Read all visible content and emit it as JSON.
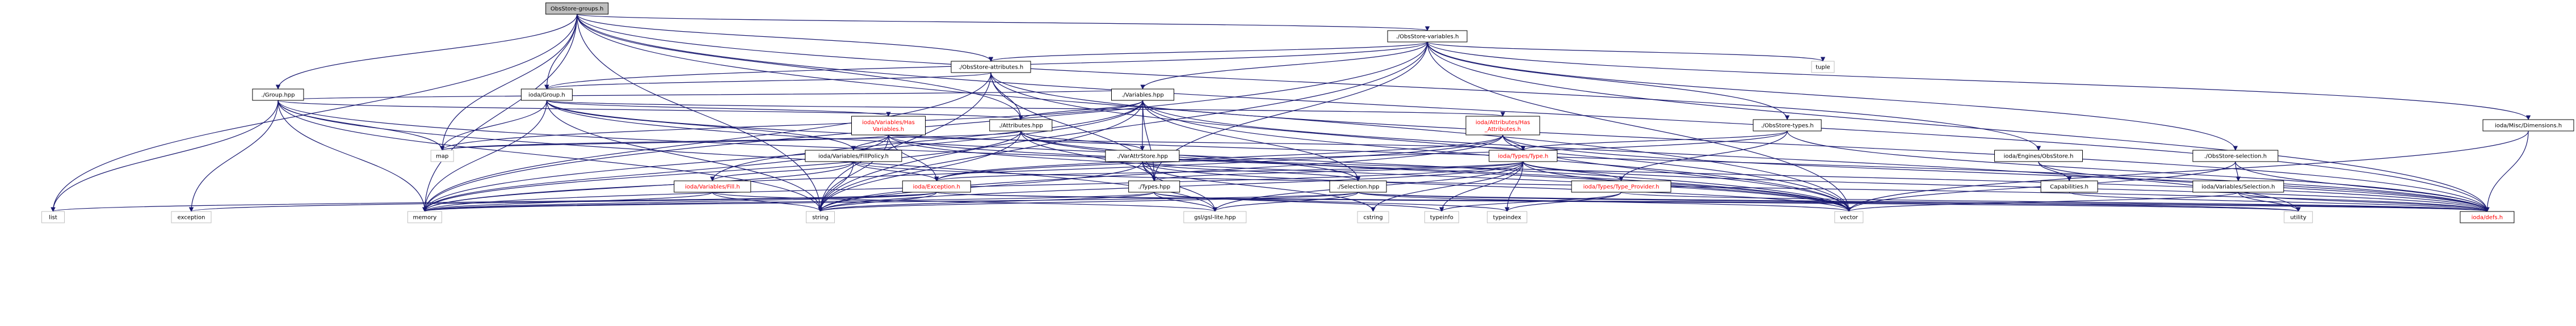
{
  "diagram": {
    "type": "include-dependency-graph",
    "nodes": [
      {
        "id": "root",
        "label": "ObsStore-groups.h",
        "kind": "root"
      },
      {
        "id": "vars",
        "label": "./ObsStore-variables.h",
        "kind": "plain"
      },
      {
        "id": "attrs",
        "label": "./ObsStore-attributes.h",
        "kind": "plain"
      },
      {
        "id": "tuple",
        "label": "tuple",
        "kind": "sys"
      },
      {
        "id": "group_hpp",
        "label": "./Group.hpp",
        "kind": "plain"
      },
      {
        "id": "ioda_group",
        "label": "ioda/Group.h",
        "kind": "plain"
      },
      {
        "id": "variables_hpp",
        "label": "./Variables.hpp",
        "kind": "plain"
      },
      {
        "id": "obsstore_types",
        "label": "./ObsStore-types.h",
        "kind": "plain"
      },
      {
        "id": "engine_obsstore",
        "label": "ioda/Engines/ObsStore.h",
        "kind": "plain"
      },
      {
        "id": "has_variables",
        "label": "ioda/Variables/Has\nVariables.h",
        "kind": "red"
      },
      {
        "id": "attributes_hpp",
        "label": "./Attributes.hpp",
        "kind": "plain"
      },
      {
        "id": "has_attributes",
        "label": "ioda/Attributes/Has\n_Attributes.h",
        "kind": "red"
      },
      {
        "id": "obsstore_selection",
        "label": "./ObsStore-selection.h",
        "kind": "plain"
      },
      {
        "id": "misc_dims",
        "label": "ioda/Misc/Dimensions.h",
        "kind": "plain"
      },
      {
        "id": "fill_policy",
        "label": "ioda/Variables/FillPolicy.h",
        "kind": "plain"
      },
      {
        "id": "var_attr_store",
        "label": "./VarAttrStore.hpp",
        "kind": "plain"
      },
      {
        "id": "types_type",
        "label": "ioda/Types/Type.h",
        "kind": "red"
      },
      {
        "id": "capabilities",
        "label": "Capabilities.h",
        "kind": "plain"
      },
      {
        "id": "variables_selection",
        "label": "ioda/Variables/Selection.h",
        "kind": "plain"
      },
      {
        "id": "fill_h",
        "label": "ioda/Variables/Fill.h",
        "kind": "red"
      },
      {
        "id": "exception_h",
        "label": "ioda/Exception.h",
        "kind": "red"
      },
      {
        "id": "types_hpp",
        "label": "./Types.hpp",
        "kind": "plain"
      },
      {
        "id": "selection_hpp",
        "label": "./Selection.hpp",
        "kind": "plain"
      },
      {
        "id": "type_provider",
        "label": "ioda/Types/Type_Provider.h",
        "kind": "red"
      },
      {
        "id": "map",
        "label": "map",
        "kind": "sys"
      },
      {
        "id": "list",
        "label": "list",
        "kind": "sys"
      },
      {
        "id": "exception",
        "label": "exception",
        "kind": "sys"
      },
      {
        "id": "memory",
        "label": "memory",
        "kind": "sys"
      },
      {
        "id": "string",
        "label": "string",
        "kind": "sys"
      },
      {
        "id": "gsl",
        "label": "gsl/gsl-lite.hpp",
        "kind": "sys"
      },
      {
        "id": "cstring",
        "label": "cstring",
        "kind": "sys"
      },
      {
        "id": "typeinfo",
        "label": "typeinfo",
        "kind": "sys"
      },
      {
        "id": "typeindex",
        "label": "typeindex",
        "kind": "sys"
      },
      {
        "id": "vector",
        "label": "vector",
        "kind": "sys"
      },
      {
        "id": "utility",
        "label": "utility",
        "kind": "sys"
      },
      {
        "id": "defs",
        "label": "ioda/defs.h",
        "kind": "red"
      }
    ],
    "edges": [
      [
        "root",
        "vars"
      ],
      [
        "root",
        "attrs"
      ],
      [
        "root",
        "group_hpp"
      ],
      [
        "root",
        "ioda_group"
      ],
      [
        "root",
        "engine_obsstore"
      ],
      [
        "root",
        "attributes_hpp"
      ],
      [
        "root",
        "map"
      ],
      [
        "root",
        "list"
      ],
      [
        "root",
        "memory"
      ],
      [
        "root",
        "string"
      ],
      [
        "root",
        "vector"
      ],
      [
        "root",
        "defs"
      ],
      [
        "vars",
        "attrs"
      ],
      [
        "vars",
        "tuple"
      ],
      [
        "vars",
        "variables_hpp"
      ],
      [
        "vars",
        "obsstore_types"
      ],
      [
        "vars",
        "obsstore_selection"
      ],
      [
        "vars",
        "ioda_group"
      ],
      [
        "vars",
        "types_hpp"
      ],
      [
        "vars",
        "misc_dims"
      ],
      [
        "vars",
        "memory"
      ],
      [
        "vars",
        "string"
      ],
      [
        "vars",
        "vector"
      ],
      [
        "vars",
        "defs"
      ],
      [
        "attrs",
        "ioda_group"
      ],
      [
        "attrs",
        "attributes_hpp"
      ],
      [
        "attrs",
        "types_hpp"
      ],
      [
        "attrs",
        "memory"
      ],
      [
        "attrs",
        "string"
      ],
      [
        "attrs",
        "vector"
      ],
      [
        "attrs",
        "defs"
      ],
      [
        "group_hpp",
        "attributes_hpp"
      ],
      [
        "group_hpp",
        "variables_hpp"
      ],
      [
        "group_hpp",
        "map"
      ],
      [
        "group_hpp",
        "list"
      ],
      [
        "group_hpp",
        "exception"
      ],
      [
        "group_hpp",
        "memory"
      ],
      [
        "group_hpp",
        "string"
      ],
      [
        "group_hpp",
        "gsl"
      ],
      [
        "group_hpp",
        "vector"
      ],
      [
        "ioda_group",
        "has_variables"
      ],
      [
        "ioda_group",
        "has_attributes"
      ],
      [
        "ioda_group",
        "fill_policy"
      ],
      [
        "ioda_group",
        "map"
      ],
      [
        "ioda_group",
        "memory"
      ],
      [
        "ioda_group",
        "string"
      ],
      [
        "ioda_group",
        "vector"
      ],
      [
        "ioda_group",
        "defs"
      ],
      [
        "variables_hpp",
        "attributes_hpp"
      ],
      [
        "variables_hpp",
        "var_attr_store"
      ],
      [
        "variables_hpp",
        "selection_hpp"
      ],
      [
        "variables_hpp",
        "types_hpp"
      ],
      [
        "variables_hpp",
        "fill_h"
      ],
      [
        "variables_hpp",
        "map"
      ],
      [
        "variables_hpp",
        "memory"
      ],
      [
        "variables_hpp",
        "string"
      ],
      [
        "variables_hpp",
        "vector"
      ],
      [
        "variables_hpp",
        "utility"
      ],
      [
        "obsstore_types",
        "types_type"
      ],
      [
        "obsstore_types",
        "type_provider"
      ],
      [
        "obsstore_types",
        "exception_h"
      ],
      [
        "obsstore_types",
        "defs"
      ],
      [
        "engine_obsstore",
        "capabilities"
      ],
      [
        "engine_obsstore",
        "defs"
      ],
      [
        "has_variables",
        "fill_policy"
      ],
      [
        "has_variables",
        "types_type"
      ],
      [
        "has_variables",
        "exception_h"
      ],
      [
        "has_variables",
        "map"
      ],
      [
        "has_variables",
        "memory"
      ],
      [
        "has_variables",
        "string"
      ],
      [
        "has_variables",
        "vector"
      ],
      [
        "has_variables",
        "defs"
      ],
      [
        "attributes_hpp",
        "var_attr_store"
      ],
      [
        "attributes_hpp",
        "types_hpp"
      ],
      [
        "attributes_hpp",
        "selection_hpp"
      ],
      [
        "attributes_hpp",
        "map"
      ],
      [
        "attributes_hpp",
        "memory"
      ],
      [
        "attributes_hpp",
        "string"
      ],
      [
        "attributes_hpp",
        "vector"
      ],
      [
        "has_attributes",
        "types_type"
      ],
      [
        "has_attributes",
        "exception_h"
      ],
      [
        "has_attributes",
        "memory"
      ],
      [
        "has_attributes",
        "string"
      ],
      [
        "has_attributes",
        "vector"
      ],
      [
        "has_attributes",
        "defs"
      ],
      [
        "obsstore_selection",
        "variables_selection"
      ],
      [
        "obsstore_selection",
        "vector"
      ],
      [
        "obsstore_selection",
        "defs"
      ],
      [
        "misc_dims",
        "vector"
      ],
      [
        "misc_dims",
        "defs"
      ],
      [
        "fill_policy",
        "fill_h"
      ],
      [
        "fill_policy",
        "exception_h"
      ],
      [
        "fill_policy",
        "memory"
      ],
      [
        "fill_policy",
        "string"
      ],
      [
        "fill_policy",
        "defs"
      ],
      [
        "var_attr_store",
        "types_hpp"
      ],
      [
        "var_attr_store",
        "selection_hpp"
      ],
      [
        "var_attr_store",
        "string"
      ],
      [
        "var_attr_store",
        "gsl"
      ],
      [
        "var_attr_store",
        "cstring"
      ],
      [
        "var_attr_store",
        "vector"
      ],
      [
        "types_type",
        "types_hpp"
      ],
      [
        "types_type",
        "exception_h"
      ],
      [
        "types_type",
        "type_provider"
      ],
      [
        "types_type",
        "memory"
      ],
      [
        "types_type",
        "string"
      ],
      [
        "types_type",
        "gsl"
      ],
      [
        "types_type",
        "cstring"
      ],
      [
        "types_type",
        "typeinfo"
      ],
      [
        "types_type",
        "typeindex"
      ],
      [
        "types_type",
        "vector"
      ],
      [
        "types_type",
        "defs"
      ],
      [
        "capabilities",
        "defs"
      ],
      [
        "variables_selection",
        "vector"
      ],
      [
        "variables_selection",
        "utility"
      ],
      [
        "variables_selection",
        "defs"
      ],
      [
        "fill_h",
        "memory"
      ],
      [
        "fill_h",
        "string"
      ],
      [
        "fill_h",
        "gsl"
      ],
      [
        "exception_h",
        "exception"
      ],
      [
        "exception_h",
        "list"
      ],
      [
        "exception_h",
        "memory"
      ],
      [
        "exception_h",
        "string"
      ],
      [
        "exception_h",
        "utility"
      ],
      [
        "exception_h",
        "defs"
      ],
      [
        "types_hpp",
        "memory"
      ],
      [
        "types_hpp",
        "string"
      ],
      [
        "types_hpp",
        "gsl"
      ],
      [
        "types_hpp",
        "typeinfo"
      ],
      [
        "types_hpp",
        "typeindex"
      ],
      [
        "selection_hpp",
        "memory"
      ],
      [
        "selection_hpp",
        "string"
      ],
      [
        "selection_hpp",
        "gsl"
      ],
      [
        "selection_hpp",
        "vector"
      ],
      [
        "selection_hpp",
        "utility"
      ],
      [
        "selection_hpp",
        "defs"
      ],
      [
        "type_provider",
        "typeinfo"
      ],
      [
        "type_provider",
        "typeindex"
      ],
      [
        "type_provider",
        "defs"
      ]
    ]
  }
}
